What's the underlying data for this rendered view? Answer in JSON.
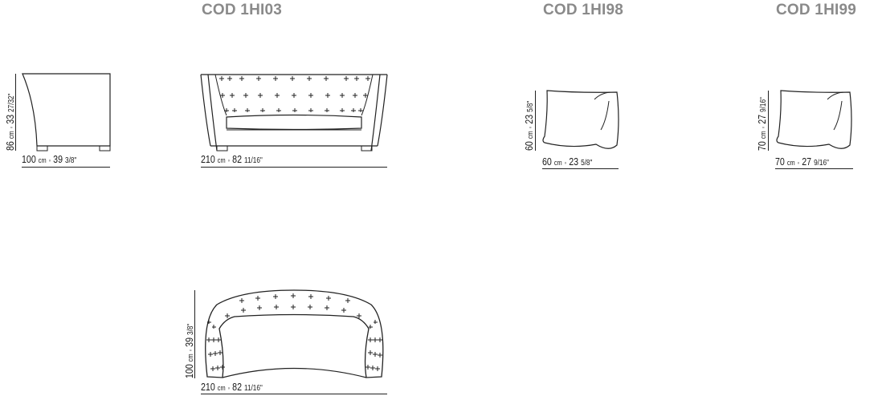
{
  "products": [
    {
      "code": "COD 1HI03"
    },
    {
      "code": "COD 1HI98"
    },
    {
      "code": "COD 1HI99"
    }
  ],
  "drawings": {
    "sofa_side": {
      "height": {
        "cm": "86",
        "unit_cm": "cm",
        "sep": "◦",
        "in": "33",
        "frac": "27/32\""
      },
      "depth": {
        "cm": "100",
        "unit_cm": "cm",
        "sep": "◦",
        "in": "39",
        "frac": "3/8\""
      }
    },
    "sofa_front": {
      "width": {
        "cm": "210",
        "unit_cm": "cm",
        "sep": "◦",
        "in": "82",
        "frac": "11/16\""
      }
    },
    "sofa_top": {
      "depth": {
        "cm": "100",
        "unit_cm": "cm",
        "sep": "◦",
        "in": "39",
        "frac": "3/8\""
      },
      "width": {
        "cm": "210",
        "unit_cm": "cm",
        "sep": "◦",
        "in": "82",
        "frac": "11/16\""
      }
    },
    "cushion_60": {
      "height": {
        "cm": "60",
        "unit_cm": "cm",
        "sep": "◦",
        "in": "23",
        "frac": "5/8\""
      },
      "width": {
        "cm": "60",
        "unit_cm": "cm",
        "sep": "◦",
        "in": "23",
        "frac": "5/8\""
      }
    },
    "cushion_70": {
      "height": {
        "cm": "70",
        "unit_cm": "cm",
        "sep": "◦",
        "in": "27",
        "frac": "9/16\""
      },
      "width": {
        "cm": "70",
        "unit_cm": "cm",
        "sep": "◦",
        "in": "27",
        "frac": "9/16\""
      }
    }
  }
}
